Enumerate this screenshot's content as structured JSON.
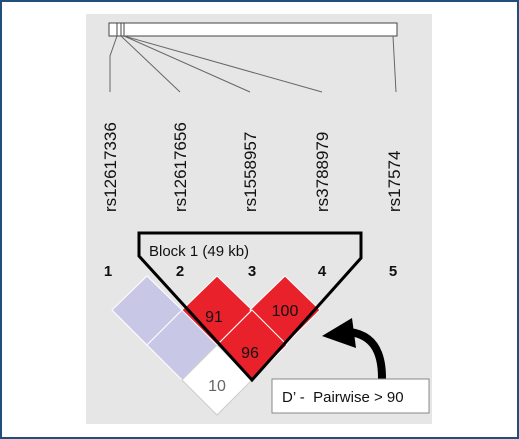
{
  "snps": [
    {
      "index": "1",
      "name": "rs12617336"
    },
    {
      "index": "2",
      "name": "rs12617656"
    },
    {
      "index": "3",
      "name": "rs1558957"
    },
    {
      "index": "4",
      "name": "rs3788979"
    },
    {
      "index": "5",
      "name": "rs17574"
    }
  ],
  "block": {
    "label": "Block 1 (49 kb)"
  },
  "ld_cells": [
    {
      "pair": "1-2",
      "value": "",
      "color": "#c8c8e6"
    },
    {
      "pair": "1-3",
      "value": "",
      "color": "#c8c8e6"
    },
    {
      "pair": "2-3",
      "value": "91",
      "color": "#e8212a"
    },
    {
      "pair": "3-4",
      "value": "100",
      "color": "#e8212a"
    },
    {
      "pair": "2-4",
      "value": "96",
      "color": "#e8212a"
    },
    {
      "pair": "1-4",
      "value": "10",
      "color": "#ffffff"
    }
  ],
  "legend": {
    "text": "D’ -  Pairwise > 90"
  },
  "colors": {
    "strong_ld": "#e8212a",
    "weak_ld": "#c8c8e6",
    "no_ld": "#ffffff",
    "frame": "#1f4f7a"
  }
}
